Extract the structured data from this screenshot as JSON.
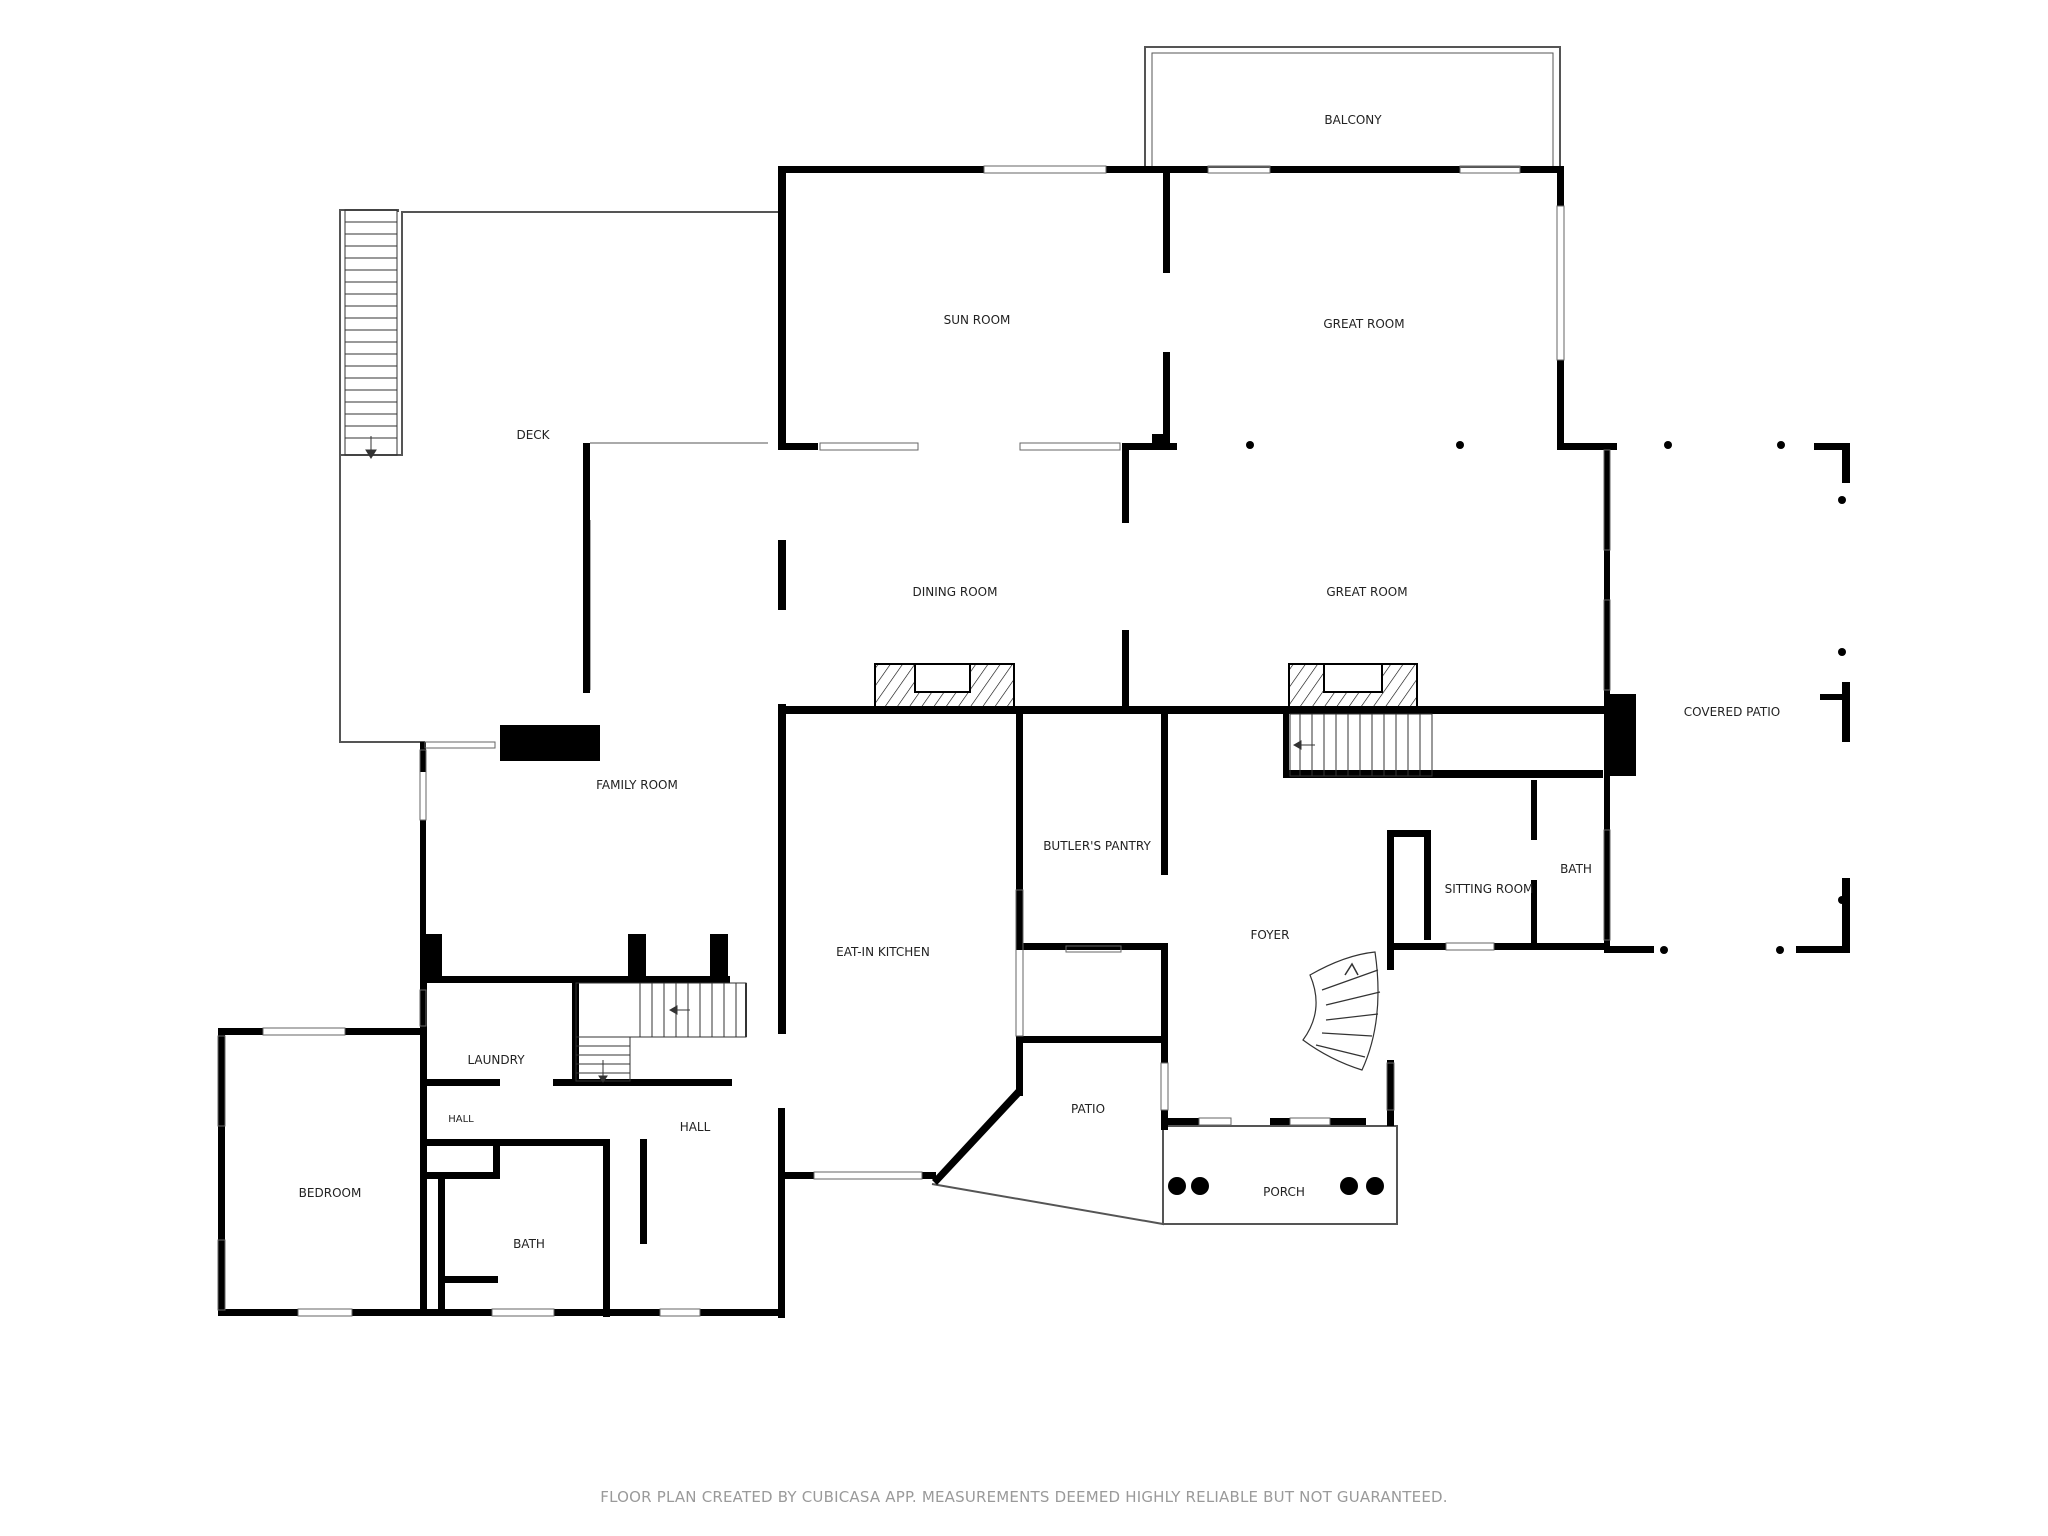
{
  "colors": {
    "wall": "#000000",
    "line": "#666666",
    "text": "#222222",
    "footer": "#9a9a9a"
  },
  "rooms": {
    "balcony": "BALCONY",
    "sun_room": "SUN ROOM",
    "great_room_upper": "GREAT ROOM",
    "great_room_lower": "GREAT ROOM",
    "deck": "DECK",
    "dining_room": "DINING ROOM",
    "covered_patio": "COVERED PATIO",
    "family_room": "FAMILY ROOM",
    "butlers_pantry": "BUTLER'S PANTRY",
    "bath_right": "BATH",
    "sitting_room": "SITTING ROOM",
    "eat_in_kitchen": "EAT-IN KITCHEN",
    "foyer": "FOYER",
    "laundry": "LAUNDRY",
    "patio": "PATIO",
    "hall_small": "HALL",
    "hall": "HALL",
    "porch": "PORCH",
    "bedroom": "BEDROOM",
    "bath_left": "BATH"
  },
  "footer": {
    "text": "FLOOR PLAN CREATED BY CUBICASA APP. MEASUREMENTS DEEMED HIGHLY RELIABLE BUT NOT GUARANTEED."
  }
}
